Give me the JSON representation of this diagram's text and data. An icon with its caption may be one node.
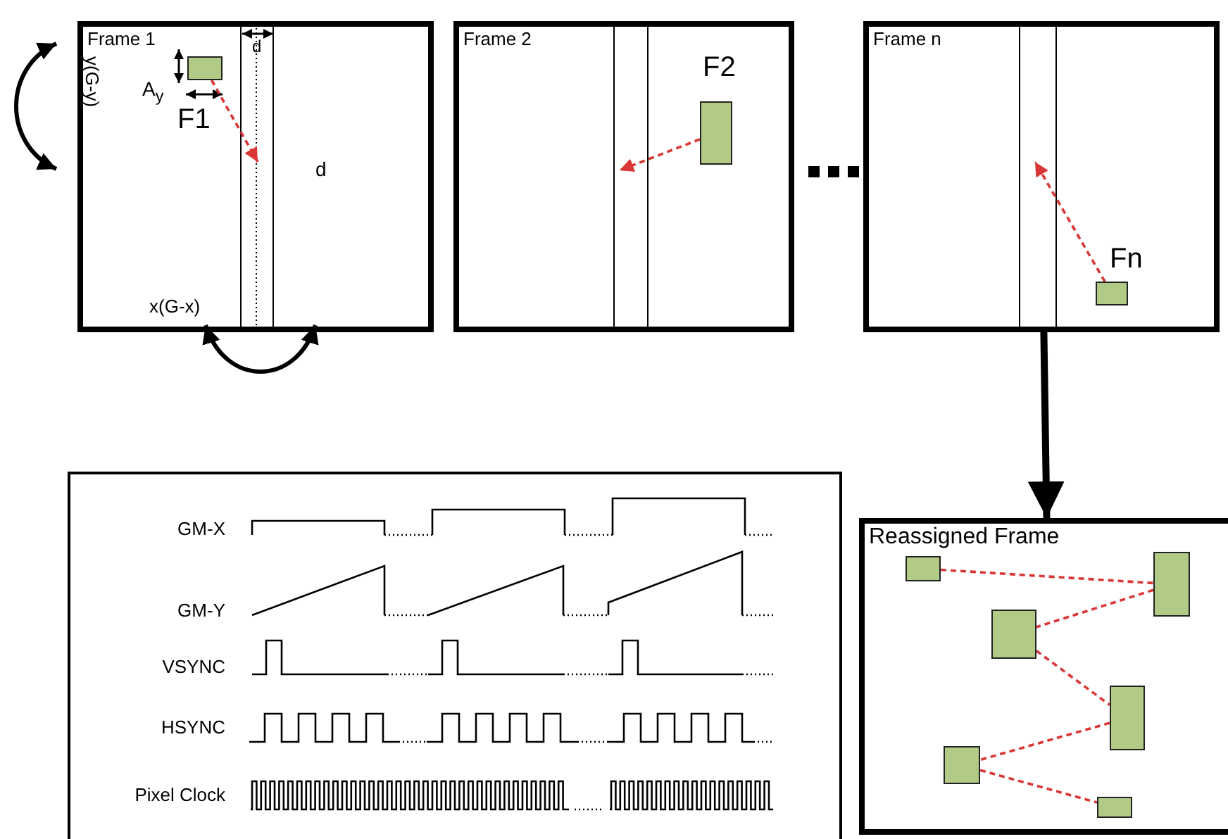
{
  "diagram": {
    "nodes": [
      {
        "text": [
          "Frame 1"
        ]
      },
      {
        "text": [
          "F1"
        ],
        "in": 0
      },
      {
        "text": [
          "Frame 2"
        ]
      },
      {
        "text": [
          "F2"
        ],
        "in": 2
      },
      {
        "text": [
          "Frame n"
        ]
      },
      {
        "text": [
          "Fn"
        ],
        "in": 4
      },
      {
        "text": [
          "Reassigned Frame"
        ]
      },
      {
        "text": [],
        "shape": "box",
        "in": 6
      },
      {
        "text": [],
        "shape": "box",
        "in": 6
      },
      {
        "text": [],
        "shape": "box",
        "in": 6
      },
      {
        "text": [],
        "shape": "box",
        "in": 6
      },
      {
        "text": [],
        "shape": "box",
        "in": 6
      },
      {
        "text": [],
        "shape": "box",
        "in": 6
      }
    ],
    "edges": [
      {
        "from": 1,
        "to": null,
        "arrow": "to",
        "style": "dashed"
      },
      {
        "from": 3,
        "to": null,
        "arrow": "to",
        "style": "dashed"
      },
      {
        "from": 5,
        "to": null,
        "arrow": "to",
        "style": "dashed"
      },
      {
        "from": 4,
        "to": 6,
        "arrow": "to",
        "style": "thick",
        "color": "#000000"
      },
      {
        "from": 7,
        "to": 8,
        "arrow": "none",
        "style": "dashed"
      },
      {
        "from": 8,
        "to": 9,
        "arrow": "none",
        "style": "dashed"
      },
      {
        "from": 9,
        "to": 10,
        "arrow": "none",
        "style": "dashed"
      },
      {
        "from": 10,
        "to": 11,
        "arrow": "none",
        "style": "dashed"
      },
      {
        "from": 11,
        "to": 12,
        "arrow": "none",
        "style": "dashed"
      }
    ],
    "labels": [
      "d",
      "y(G-y)",
      "A$_{y}$",
      "d",
      "x(G-x)",
      "GM-X",
      "GM-Y",
      "VSYNC",
      "HSYNC",
      "Pixel Clock"
    ]
  }
}
